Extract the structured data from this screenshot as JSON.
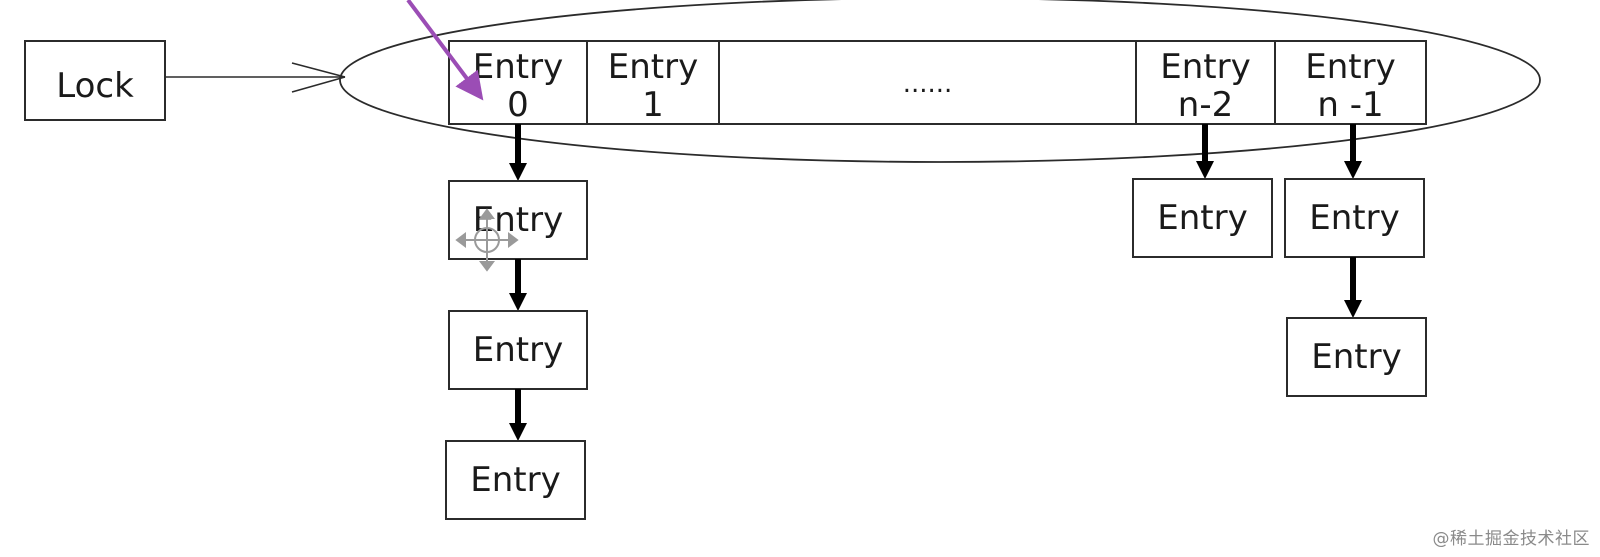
{
  "diagram": {
    "lock_label": "Lock",
    "segment_cells": [
      {
        "top": "Entry",
        "bottom": "0"
      },
      {
        "top": "Entry",
        "bottom": "1"
      },
      {
        "top": "......",
        "bottom": ""
      },
      {
        "top": "Entry",
        "bottom": "n-2"
      },
      {
        "top": "Entry",
        "bottom": "n -1"
      }
    ],
    "chain_node_label": "Entry",
    "chains": [
      {
        "from_cell": 0,
        "length": 3
      },
      {
        "from_cell": 3,
        "length": 1
      },
      {
        "from_cell": 4,
        "length": 2
      }
    ],
    "colors": {
      "line": "#2b2b2b",
      "arrow": "#000000",
      "pointer_arrow": "#9b4db5",
      "cursor": "#9a9a9a"
    }
  },
  "watermark": "@稀土掘金技术社区"
}
